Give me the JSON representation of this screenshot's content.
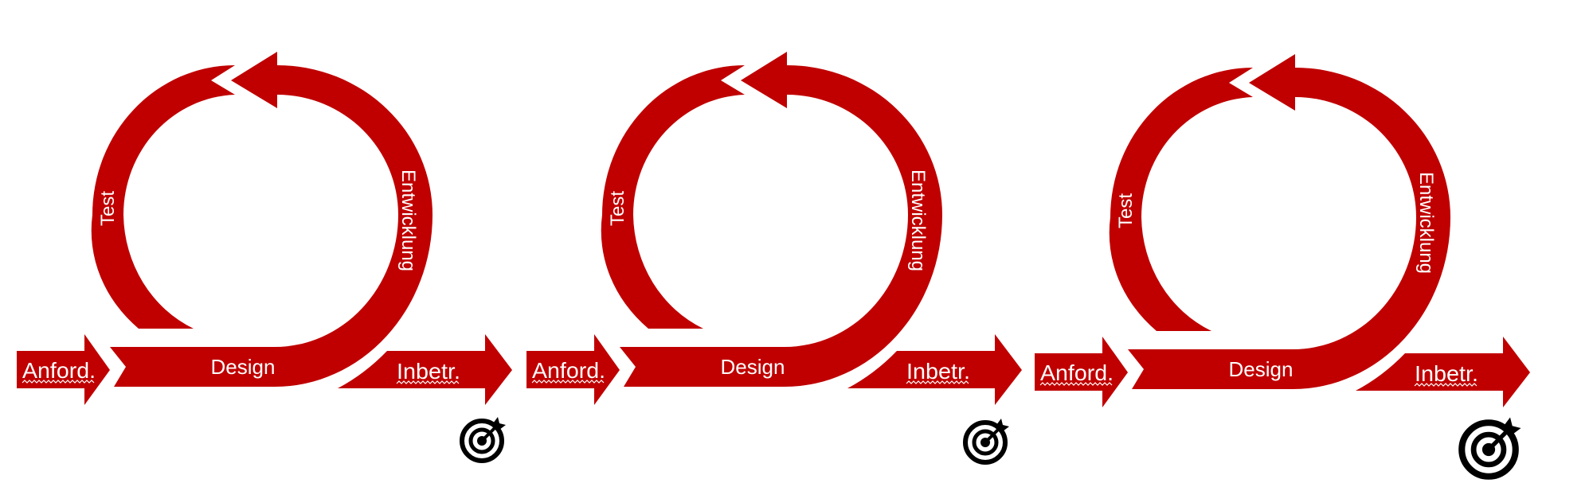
{
  "colors": {
    "arrow": "#c00000",
    "text": "#ffffff",
    "icon": "#000000"
  },
  "panels": [
    {
      "labels": {
        "requirements": "Anford.",
        "design": "Design",
        "development": "Entwicklung",
        "test": "Test",
        "deployment": "Inbetr."
      },
      "goal_icon": "target-icon"
    },
    {
      "labels": {
        "requirements": "Anford.",
        "design": "Design",
        "development": "Entwicklung",
        "test": "Test",
        "deployment": "Inbetr."
      },
      "goal_icon": "target-icon"
    },
    {
      "labels": {
        "requirements": "Anford.",
        "design": "Design",
        "development": "Entwicklung",
        "test": "Test",
        "deployment": "Inbetr."
      },
      "goal_icon": "target-icon"
    }
  ]
}
